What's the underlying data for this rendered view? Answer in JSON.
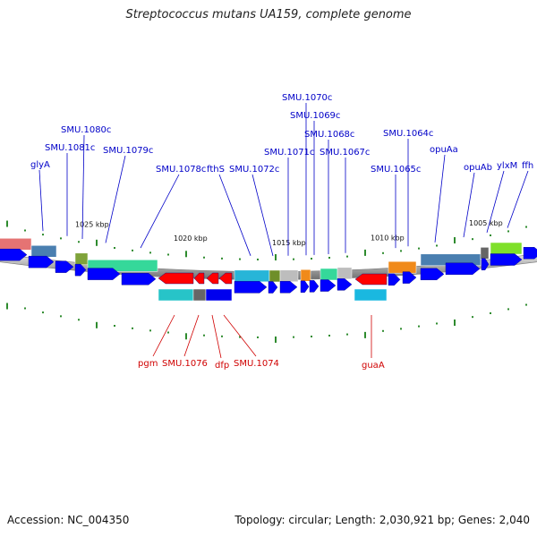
{
  "title": "Streptococcus mutans UA159, complete genome",
  "footer": {
    "accession": "Accession: NC_004350",
    "summary": "Topology: circular; Length: 2,030,921 bp; Genes: 2,040"
  },
  "colors": {
    "forward_label": "#0000c8",
    "reverse_label": "#d00000",
    "cds_arrow": "#0000ff",
    "rna_arrow": "#ff0000",
    "tick": "#2e8b2e",
    "backbone": "#9a9a9a"
  },
  "scale_labels": [
    "1025 kbp",
    "1020 kbp",
    "1015 kbp",
    "1010 kbp",
    "1005 kbp"
  ],
  "forward_gene_labels": [
    "glyA",
    "SMU.1081c",
    "SMU.1080c",
    "SMU.1079c",
    "SMU.1078c",
    "fthS",
    "SMU.1072c",
    "SMU.1071c",
    "SMU.1070c",
    "SMU.1069c",
    "SMU.1068c",
    "SMU.1067c",
    "SMU.1065c",
    "SMU.1064c",
    "opuAa",
    "opuAb",
    "ylxM",
    "ffh"
  ],
  "reverse_gene_labels": [
    "pgm",
    "SMU.1076",
    "dfp",
    "SMU.1074",
    "guaA"
  ]
}
